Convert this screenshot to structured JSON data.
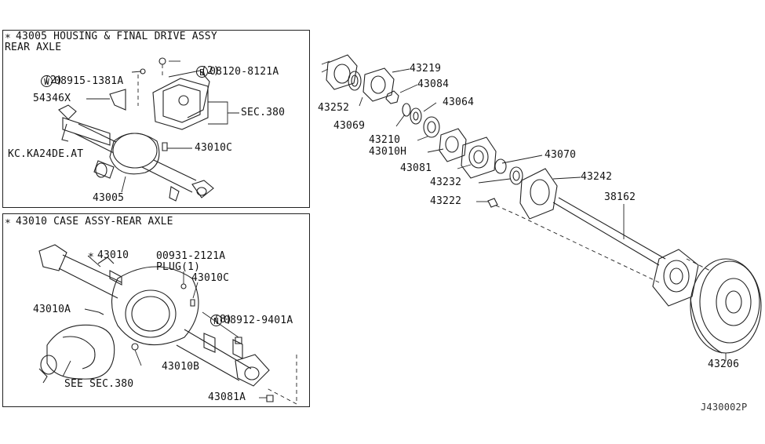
{
  "box_top": {
    "title": "43005 HOUSING & FINAL DRIVE ASSY",
    "subtitle": "REAR AXLE",
    "star": "∗",
    "labels": {
      "bolt_w_code": "W",
      "bolt_w": "08915-1381A",
      "bolt_w_qty": "(2)",
      "bolt_b_code": "B",
      "bolt_b": "08120-8121A",
      "bolt_b_qty": "(2)",
      "bracket": "54346X",
      "sec": "SEC.380",
      "breather": "43010C",
      "model": "KC.KA24DE.AT",
      "housing": "43005"
    }
  },
  "box_bottom": {
    "title": "43010 CASE ASSY-REAR AXLE",
    "star": "∗",
    "labels": {
      "case": "43010",
      "case_star": "∗",
      "plug_part": "00931-2121A",
      "plug_desc": "PLUG(1)",
      "breather": "43010C",
      "nut_code": "N",
      "nut": "08912-9401A",
      "nut_qty": "(8)",
      "part_a": "43010A",
      "part_b": "43010B",
      "see_sec": "SEE SEC.380",
      "part_81a": "43081A"
    }
  },
  "parts": {
    "p43219": "43219",
    "p43084": "43084",
    "p43064": "43064",
    "p43252": "43252",
    "p43069": "43069",
    "p43210": "43210",
    "p43010h": "43010H",
    "p43070": "43070",
    "p43081": "43081",
    "p43242": "43242",
    "p43232": "43232",
    "p38162": "38162",
    "p43222": "43222",
    "p43206": "43206"
  },
  "diagram_code": "J430002P"
}
